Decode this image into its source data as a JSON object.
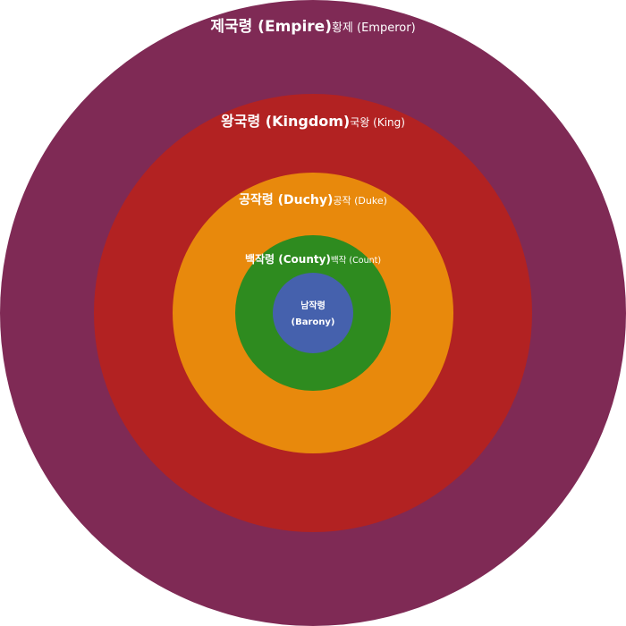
{
  "levels": {
    "empire": {
      "title": "제국령 (Empire)",
      "ruler": "황제 (Emperor)",
      "color": "#7f2a55"
    },
    "kingdom": {
      "title": "왕국령 (Kingdom)",
      "ruler": "국왕 (King)",
      "color": "#b22222"
    },
    "duchy": {
      "title": "공작령 (Duchy)",
      "ruler": "공작 (Duke)",
      "color": "#e8890c"
    },
    "county": {
      "title": "백작령 (County)",
      "ruler": "백작 (Count)",
      "color": "#2e8b1f"
    },
    "barony": {
      "title_line1": "남작령",
      "title_line2": "(Barony)",
      "color": "#4561ad"
    }
  }
}
